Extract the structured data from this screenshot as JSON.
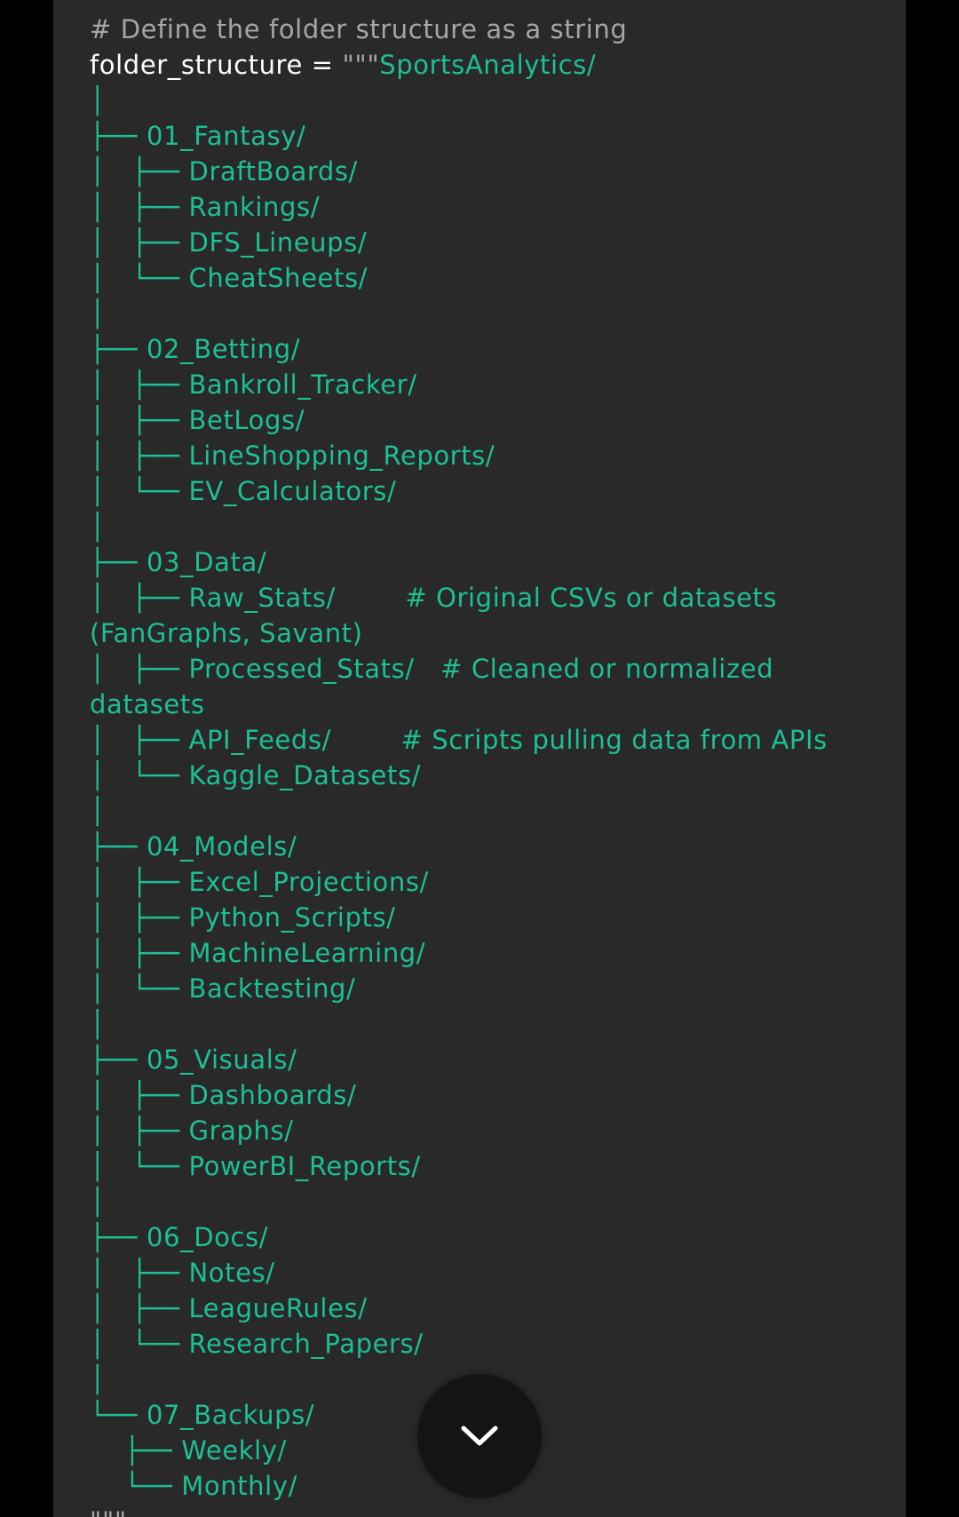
{
  "code": {
    "comment": "# Define the folder structure as a string",
    "var_name": "folder_structure =",
    "string_open": "\"\"\"",
    "root": "SportsAnalytics/",
    "tree_lines": [
      "│",
      "├── 01_Fantasy/",
      "│   ├── DraftBoards/",
      "│   ├── Rankings/",
      "│   ├── DFS_Lineups/",
      "│   └── CheatSheets/",
      "│",
      "├── 02_Betting/",
      "│   ├── Bankroll_Tracker/",
      "│   ├── BetLogs/",
      "│   ├── LineShopping_Reports/",
      "│   └── EV_Calculators/",
      "│",
      "├── 03_Data/",
      "│   ├── Raw_Stats/        # Original CSVs or datasets",
      "(FanGraphs, Savant)",
      "│   ├── Processed_Stats/   # Cleaned or normalized",
      "datasets",
      "│   ├── API_Feeds/        # Scripts pulling data from APIs",
      "│   └── Kaggle_Datasets/",
      "│",
      "├── 04_Models/",
      "│   ├── Excel_Projections/",
      "│   ├── Python_Scripts/",
      "│   ├── MachineLearning/",
      "│   └── Backtesting/",
      "│",
      "├── 05_Visuals/",
      "│   ├── Dashboards/",
      "│   ├── Graphs/",
      "│   └── PowerBI_Reports/",
      "│",
      "├── 06_Docs/",
      "│   ├── Notes/",
      "│   ├── LeagueRules/",
      "│   └── Research_Papers/",
      "│",
      "└── 07_Backups/",
      "    ├── Weekly/",
      "    └── Monthly/",
      "\"\"\""
    ]
  },
  "scroll_button": {
    "icon": "chevron-down-icon"
  },
  "colors": {
    "panel_bg": "#292929",
    "page_bg": "#000000",
    "comment": "#a6a6a6",
    "identifier": "#ffffff",
    "string": "#1dbf94",
    "button_bg": "#141414"
  }
}
